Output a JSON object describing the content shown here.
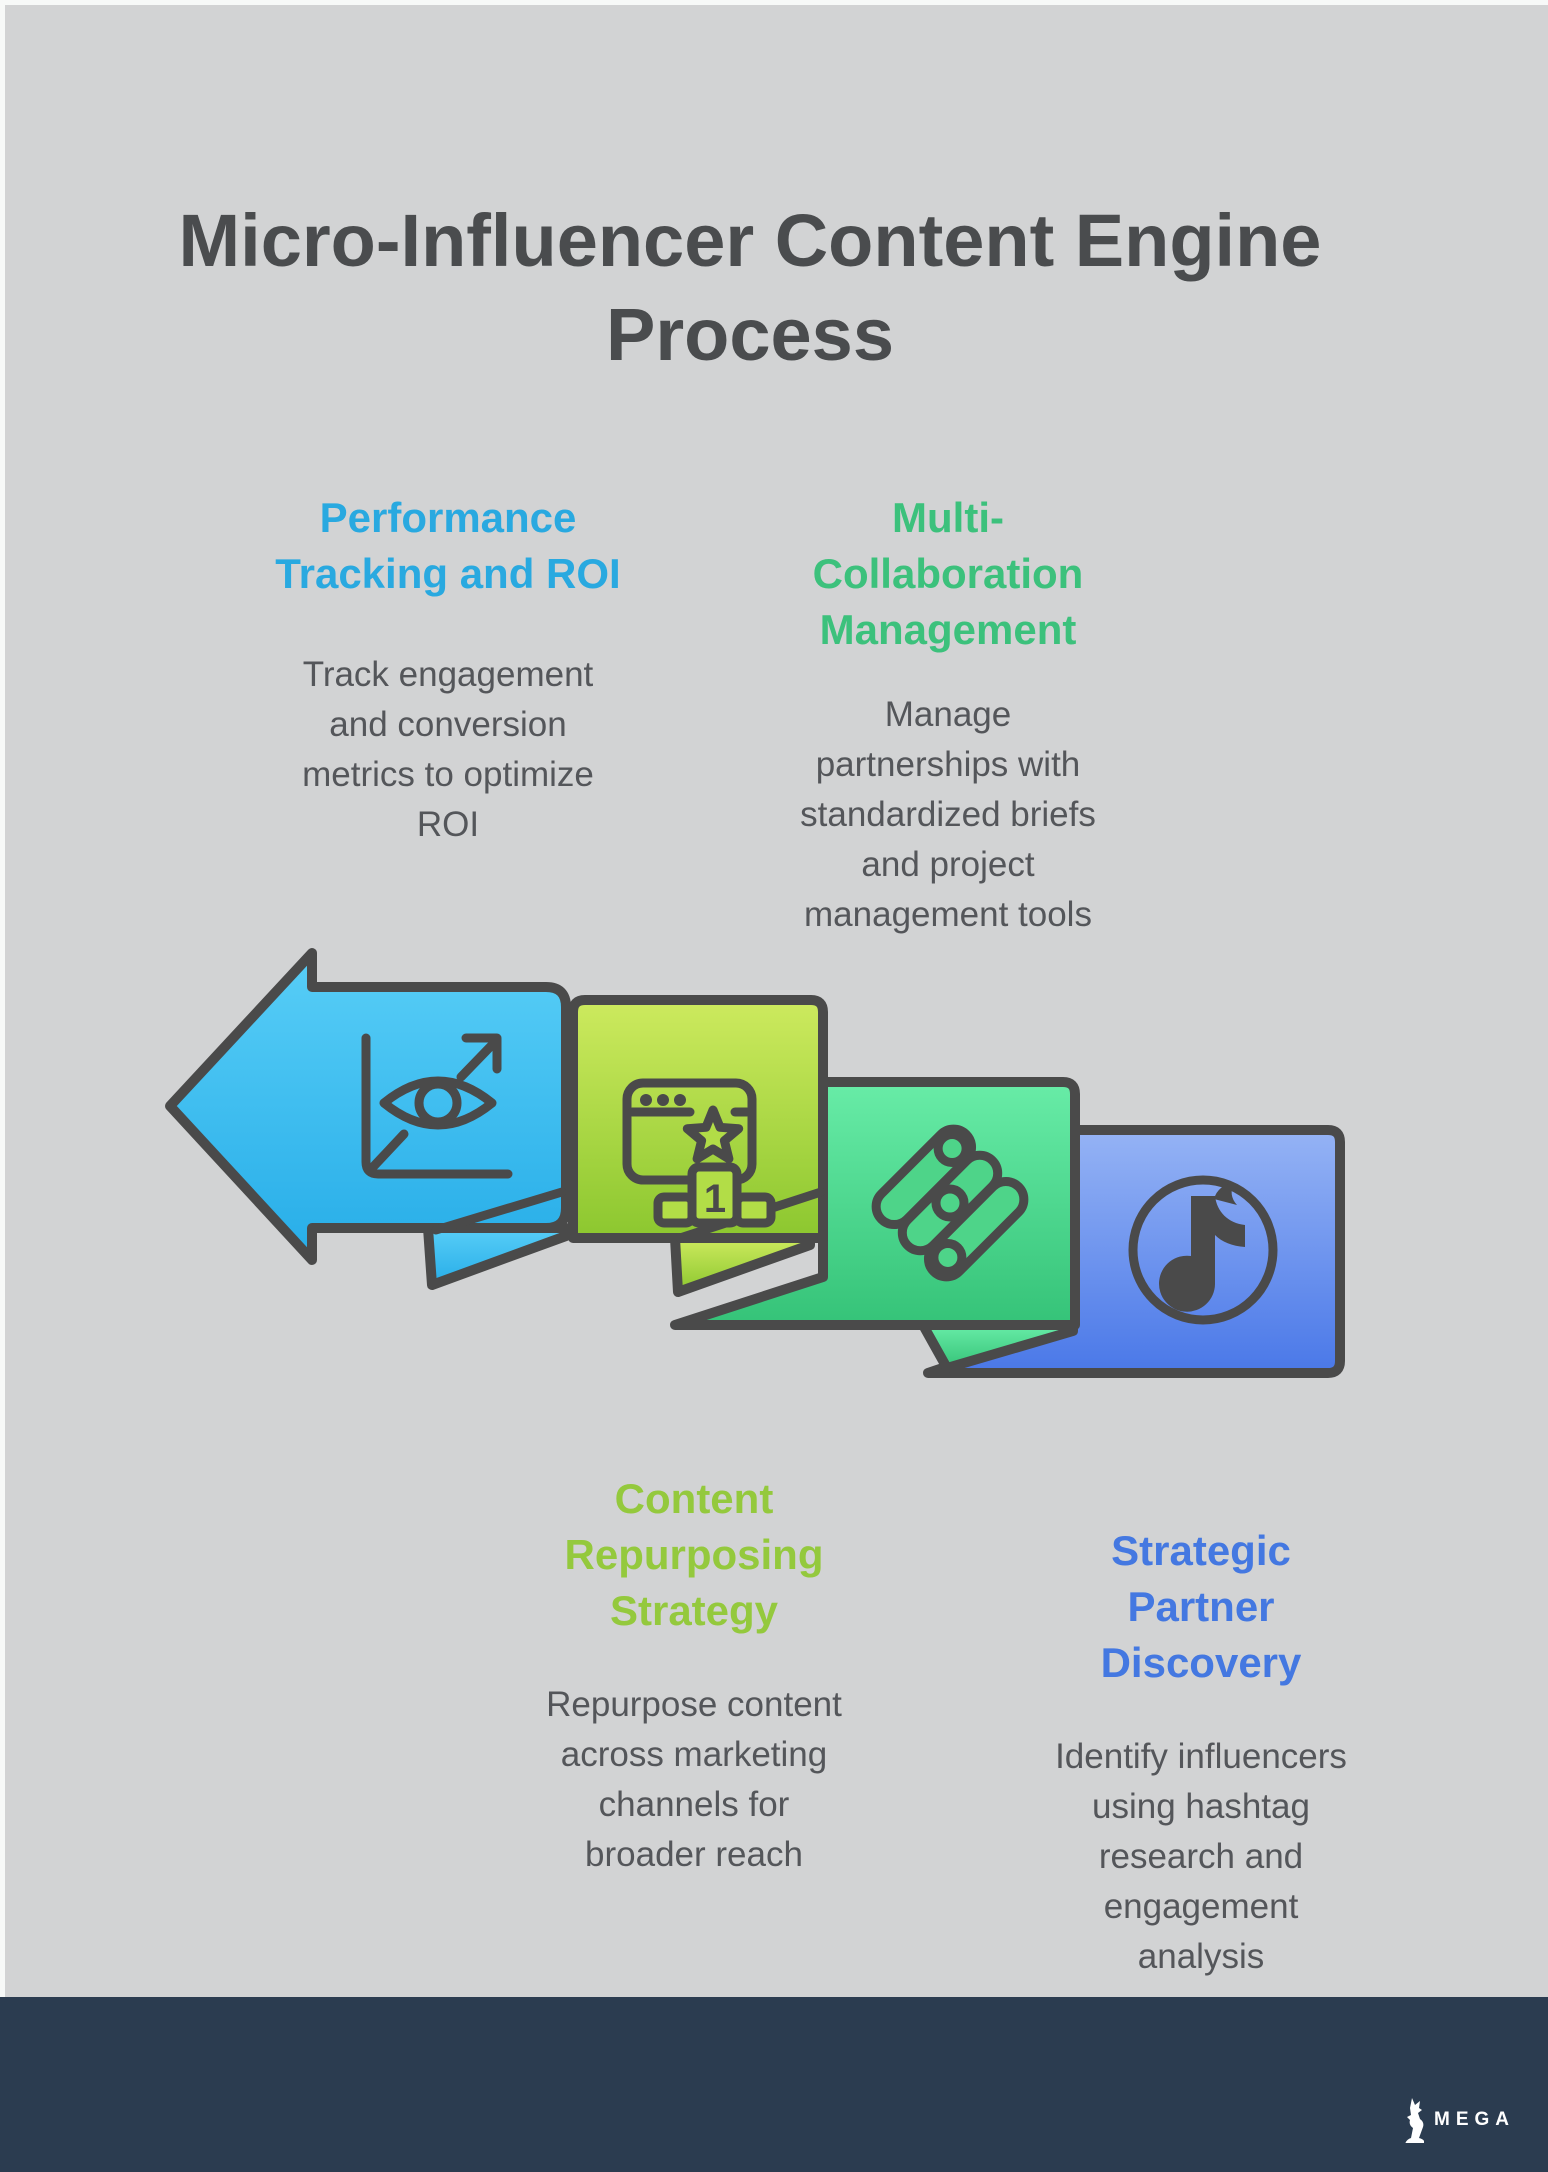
{
  "page": {
    "title": "Micro-Influencer Content Engine Process",
    "title_lines": [
      "Micro-Influencer Content Engine",
      "Process"
    ]
  },
  "sections": [
    {
      "name": "performance-tracking-roi",
      "color": "#29a9e0",
      "heading": "Performance Tracking and ROI",
      "heading_lines": [
        "Performance",
        "Tracking and ROI"
      ],
      "body": "Track engagement and conversion metrics to optimize ROI",
      "body_lines": [
        "Track engagement",
        "and conversion",
        "metrics to optimize",
        "ROI"
      ]
    },
    {
      "name": "multi-collaboration-management",
      "color": "#3cc17c",
      "heading": "Multi-Collaboration Management",
      "heading_lines": [
        "Multi-",
        "Collaboration",
        "Management"
      ],
      "body": "Manage partnerships with standardized briefs and project management tools",
      "body_lines": [
        "Manage",
        "partnerships with",
        "standardized briefs",
        "and project",
        "management tools"
      ]
    },
    {
      "name": "content-repurposing-strategy",
      "color": "#94c93d",
      "heading": "Content Repurposing Strategy",
      "heading_lines": [
        "Content",
        "Repurposing",
        "Strategy"
      ],
      "body": "Repurpose content across marketing channels for broader reach",
      "body_lines": [
        "Repurpose content",
        "across marketing",
        "channels for",
        "broader reach"
      ]
    },
    {
      "name": "strategic-partner-discovery",
      "color": "#4478e1",
      "heading": "Strategic Partner Discovery",
      "heading_lines": [
        "Strategic",
        "Partner",
        "Discovery"
      ],
      "body": "Identify influencers using hashtag research and engagement analysis",
      "body_lines": [
        "Identify influencers",
        "using hashtag",
        "research and",
        "engagement",
        "analysis"
      ]
    }
  ],
  "process": {
    "direction": "left-pointing-arrow",
    "steps": [
      {
        "icon": "eye-metrics-icon",
        "gradient": [
          "#58cef7",
          "#27ade8"
        ]
      },
      {
        "icon": "top-ranking-icon",
        "gradient": [
          "#cdea5e",
          "#8cc72f"
        ],
        "rank_label": "1"
      },
      {
        "icon": "equalizer-icon",
        "gradient": [
          "#68eca7",
          "#35c378"
        ]
      },
      {
        "icon": "tiktok-icon",
        "gradient": [
          "#95b3f5",
          "#4a78e8"
        ]
      }
    ]
  },
  "footer": {
    "brand": "MEGA"
  },
  "colors": {
    "background": "#d2d3d4",
    "edge_highlight": "#f7f9f8",
    "title_text": "#4a4c4e",
    "body_text": "#54565a",
    "outline": "#4a4a4a",
    "footer_bg": "#2b3c50",
    "brand_text": "#ffffff",
    "icon_fill_lime": "#b2dd47",
    "icon_fill_mint": "#4ed489"
  }
}
